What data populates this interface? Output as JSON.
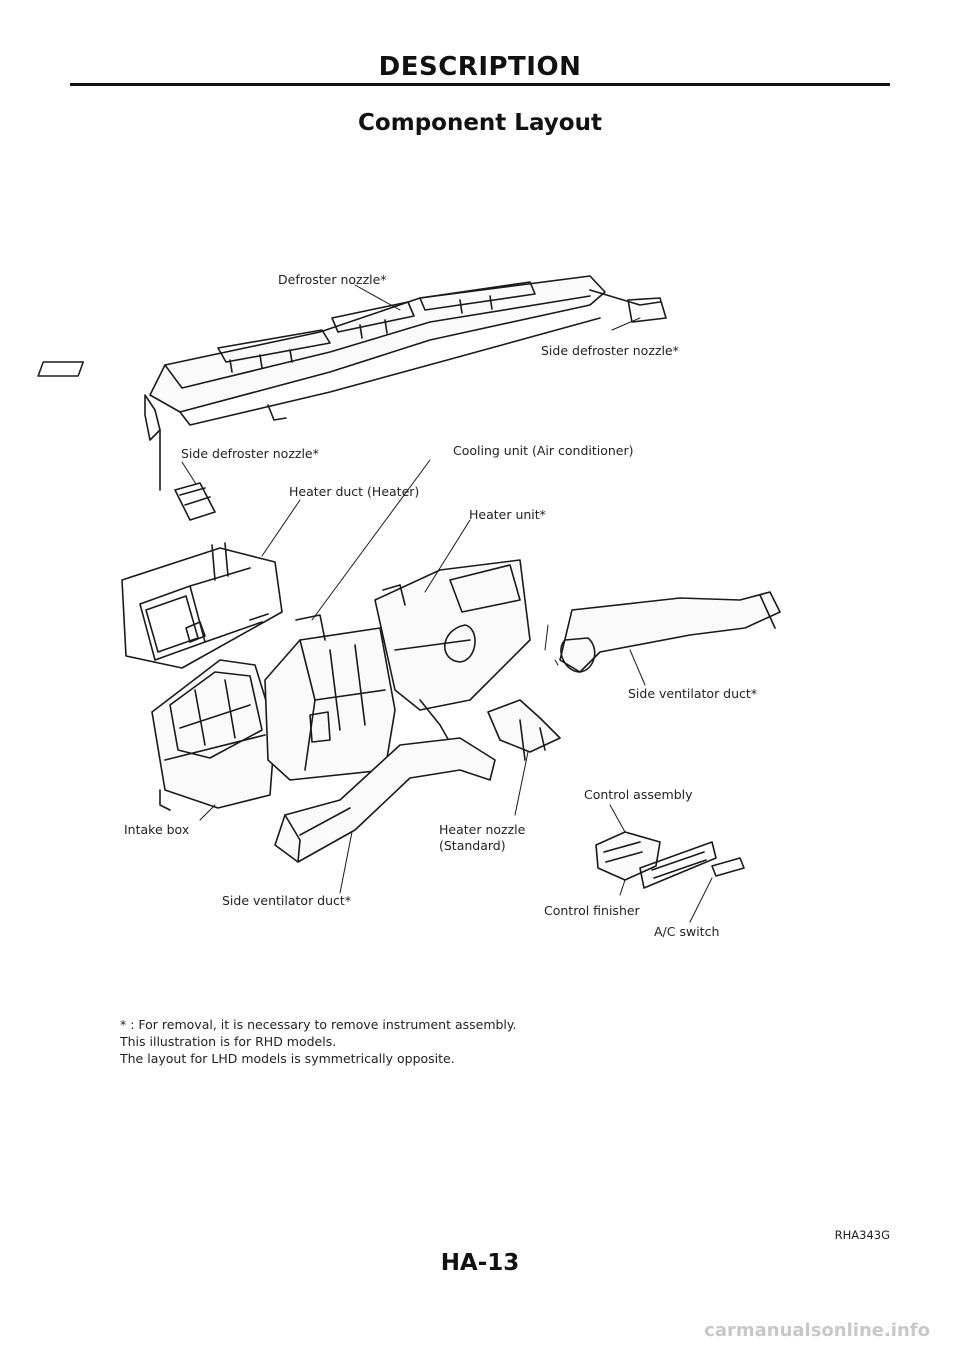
{
  "header": {
    "section": "DESCRIPTION"
  },
  "page": {
    "title": "Component Layout",
    "figure_code": "RHA343G",
    "number": "HA-13"
  },
  "labels": {
    "defroster_nozzle": "Defroster nozzle*",
    "side_defroster_nozzle_right": "Side defroster nozzle*",
    "side_defroster_nozzle_left": "Side defroster nozzle*",
    "cooling_unit": "Cooling unit (Air conditioner)",
    "heater_duct": "Heater duct (Heater)",
    "heater_unit": "Heater unit*",
    "side_ventilator_duct_right": "Side ventilator duct*",
    "control_assembly": "Control assembly",
    "intake_box": "Intake box",
    "heater_nozzle": "Heater nozzle",
    "heater_nozzle_sub": "(Standard)",
    "side_ventilator_duct_left": "Side ventilator duct*",
    "control_finisher": "Control finisher",
    "ac_switch": "A/C switch"
  },
  "notes": {
    "line1": "* : For removal, it is necessary to remove instrument assembly.",
    "line2": "This illustration is for RHD models.",
    "line3": "The layout for LHD models is symmetrically opposite."
  },
  "watermark": "carmanualsonline.info"
}
